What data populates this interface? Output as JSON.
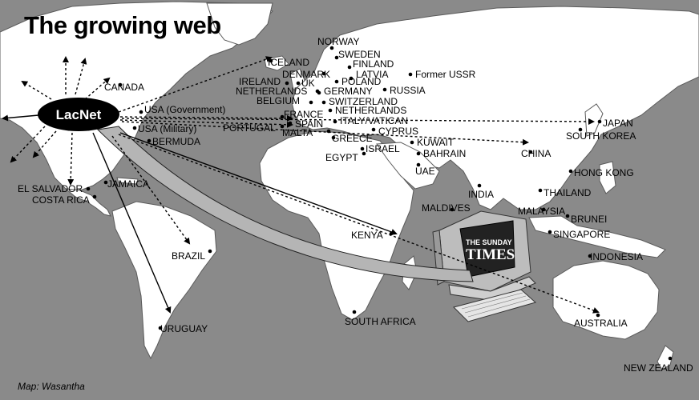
{
  "title": "The growing web",
  "credit": "Map: Wasantha",
  "hub": {
    "label": "LacNet"
  },
  "logo": {
    "top": "THE SUNDAY",
    "main": "TIMES"
  },
  "locations": [
    {
      "id": "iceland",
      "name": "ICELAND"
    },
    {
      "id": "norway",
      "name": "NORWAY"
    },
    {
      "id": "sweden",
      "name": "SWEDEN"
    },
    {
      "id": "finland",
      "name": "FINLAND"
    },
    {
      "id": "denmark",
      "name": "DENMARK"
    },
    {
      "id": "latvia",
      "name": "LATVIA"
    },
    {
      "id": "former-ussr",
      "name": "Former USSR"
    },
    {
      "id": "ireland",
      "name": "IRELAND"
    },
    {
      "id": "uk",
      "name": "UK"
    },
    {
      "id": "poland",
      "name": "POLAND"
    },
    {
      "id": "netherlands-1",
      "name": "NETHERLANDS"
    },
    {
      "id": "germany",
      "name": "GERMANY"
    },
    {
      "id": "russia",
      "name": "RUSSIA"
    },
    {
      "id": "belgium",
      "name": "BELGIUM"
    },
    {
      "id": "switzerland",
      "name": "SWITZERLAND"
    },
    {
      "id": "netherlands-2",
      "name": "NETHERLANDS"
    },
    {
      "id": "france",
      "name": "FRANCE"
    },
    {
      "id": "portugal",
      "name": "PORTUGAL"
    },
    {
      "id": "spain",
      "name": "SPAIN"
    },
    {
      "id": "italy-vatican",
      "name": "ITALY/VATICAN"
    },
    {
      "id": "malta",
      "name": "MALTA"
    },
    {
      "id": "cyprus",
      "name": "CYPRUS"
    },
    {
      "id": "greece",
      "name": "GREECE"
    },
    {
      "id": "kuwait",
      "name": "KUWAIT"
    },
    {
      "id": "bahrain",
      "name": "BAHRAIN"
    },
    {
      "id": "israel",
      "name": "ISRAEL"
    },
    {
      "id": "egypt",
      "name": "EGYPT"
    },
    {
      "id": "uae",
      "name": "UAE"
    },
    {
      "id": "canada",
      "name": "CANADA"
    },
    {
      "id": "usa-gov",
      "name": "USA (Government)"
    },
    {
      "id": "usa-mil",
      "name": "USA (Military)"
    },
    {
      "id": "bermuda",
      "name": "BERMUDA"
    },
    {
      "id": "el-salvador",
      "name": "EL SALVADOR"
    },
    {
      "id": "costa-rica",
      "name": "COSTA RICA"
    },
    {
      "id": "jamaica",
      "name": "JAMAICA"
    },
    {
      "id": "brazil",
      "name": "BRAZIL"
    },
    {
      "id": "uruguay",
      "name": "URUGUAY"
    },
    {
      "id": "kenya",
      "name": "KENYA"
    },
    {
      "id": "south-africa",
      "name": "SOUTH  AFRICA"
    },
    {
      "id": "india",
      "name": "INDIA"
    },
    {
      "id": "maldives",
      "name": "MALDIVES"
    },
    {
      "id": "china",
      "name": "CHINA"
    },
    {
      "id": "japan",
      "name": "JAPAN"
    },
    {
      "id": "south-korea",
      "name": "SOUTH KOREA"
    },
    {
      "id": "hong-kong",
      "name": "HONG KONG"
    },
    {
      "id": "thailand",
      "name": "THAILAND"
    },
    {
      "id": "malaysia",
      "name": "MALAYSIA"
    },
    {
      "id": "brunei",
      "name": "BRUNEI"
    },
    {
      "id": "singapore",
      "name": "SINGAPORE"
    },
    {
      "id": "indonesia",
      "name": "INDONESIA"
    },
    {
      "id": "australia",
      "name": "AUSTRALIA"
    },
    {
      "id": "new-zealand",
      "name": "NEW ZEALAND"
    }
  ]
}
